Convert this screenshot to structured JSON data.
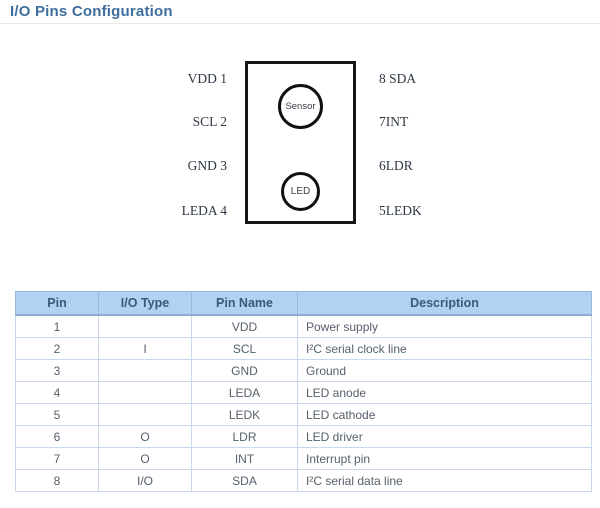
{
  "page": {
    "title": "I/O Pins Configuration"
  },
  "diagram": {
    "chip": {
      "sensor_label": "Sensor",
      "led_label": "LED"
    },
    "left_pins": [
      {
        "label": "VDD 1"
      },
      {
        "label": "SCL 2"
      },
      {
        "label": "GND 3"
      },
      {
        "label": "LEDA 4"
      }
    ],
    "right_pins": [
      {
        "label": "8 SDA"
      },
      {
        "label": "7INT"
      },
      {
        "label": "6LDR"
      },
      {
        "label": "5LEDK"
      }
    ]
  },
  "table": {
    "headers": [
      "Pin",
      "I/O Type",
      "Pin Name",
      "Description"
    ],
    "rows": [
      {
        "pin": "1",
        "io_type": "",
        "pin_name": "VDD",
        "description": "Power supply"
      },
      {
        "pin": "2",
        "io_type": "I",
        "pin_name": "SCL",
        "description": "I²C serial clock line"
      },
      {
        "pin": "3",
        "io_type": "",
        "pin_name": "GND",
        "description": "Ground"
      },
      {
        "pin": "4",
        "io_type": "",
        "pin_name": "LEDA",
        "description": "LED anode"
      },
      {
        "pin": "5",
        "io_type": "",
        "pin_name": "LEDK",
        "description": "LED cathode"
      },
      {
        "pin": "6",
        "io_type": "O",
        "pin_name": "LDR",
        "description": "LED driver"
      },
      {
        "pin": "7",
        "io_type": "O",
        "pin_name": "INT",
        "description": "Interrupt pin"
      },
      {
        "pin": "8",
        "io_type": "I/O",
        "pin_name": "SDA",
        "description": "I²C serial data line"
      }
    ]
  },
  "colors": {
    "heading_text": "#3f6e9e",
    "table_header_bg": "#b3d1f0",
    "table_header_text": "#3b5a7b",
    "table_border": "#c9d8ec",
    "body_text": "#57606c",
    "diagram_stroke": "#161616"
  }
}
